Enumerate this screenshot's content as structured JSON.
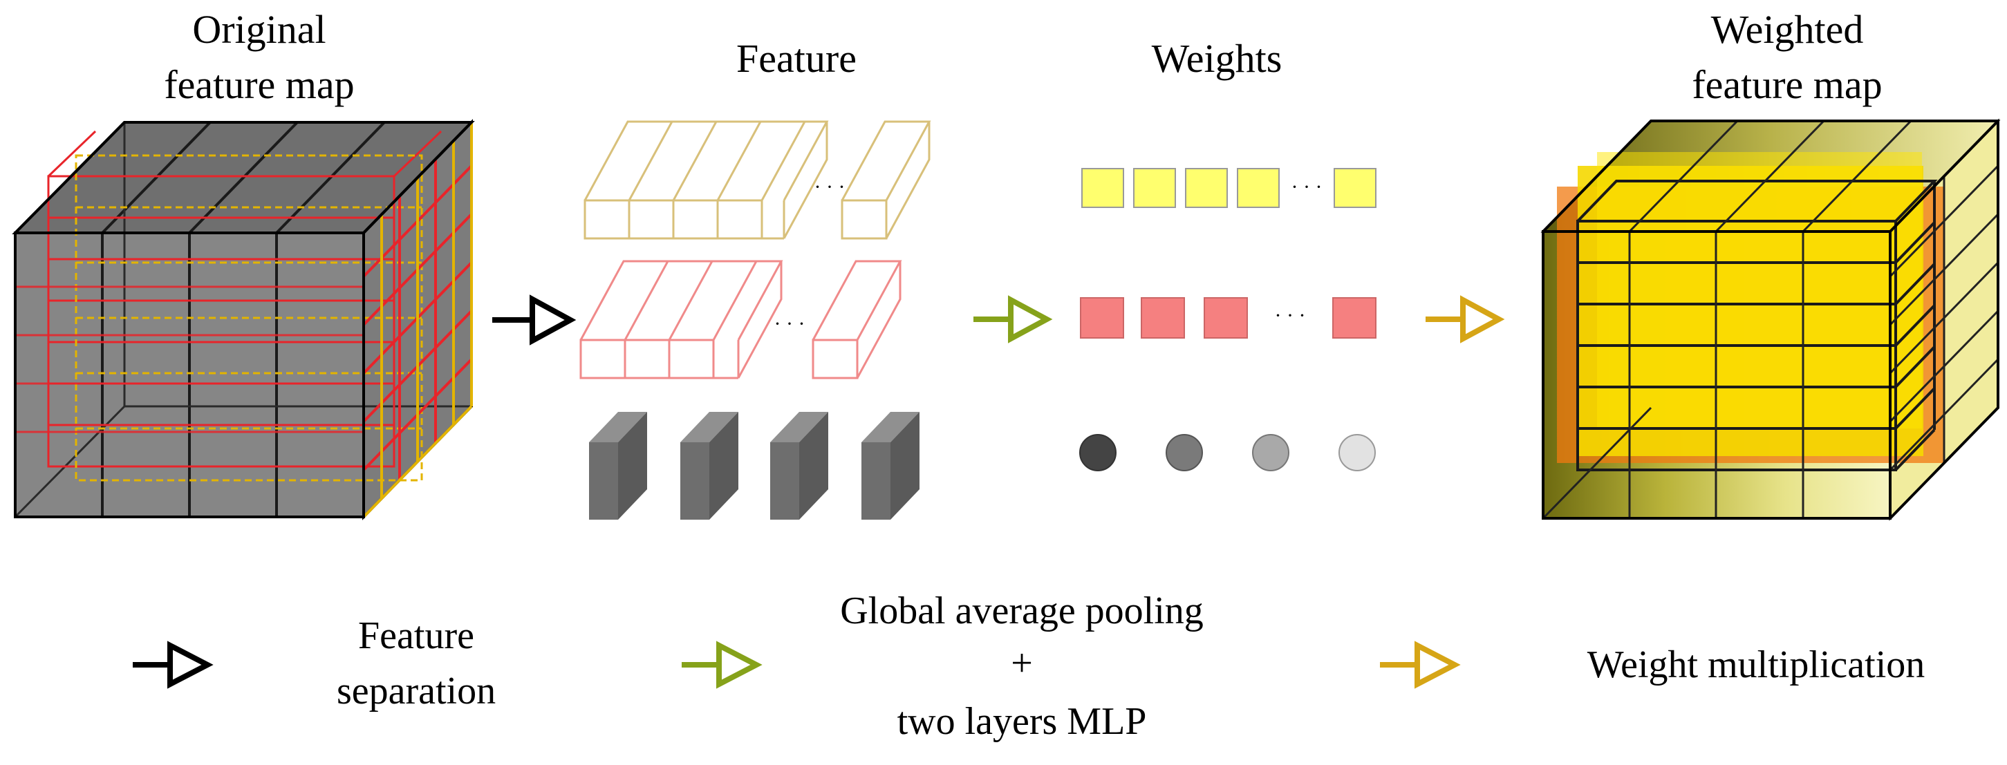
{
  "titles": {
    "original_line1": "Original",
    "original_line2": "feature map",
    "feature": "Feature",
    "weights": "Weights",
    "weighted_line1": "Weighted",
    "weighted_line2": "feature map"
  },
  "ellipsis": "· · ·",
  "legend": {
    "separation_line1": "Feature",
    "separation_line2": "separation",
    "pooling_line1": "Global average pooling",
    "pooling_line2": "+",
    "pooling_line3": "two layers MLP",
    "multiplication": "Weight multiplication"
  },
  "colors": {
    "cube_fill": "#7a7a7a",
    "red_slices": "#e8242a",
    "yellow_slices": "#e3b400",
    "arrow_separation": "#000000",
    "arrow_pooling": "#86a21a",
    "arrow_multiplication": "#d6a516",
    "yellow_weight": "#ffff6e",
    "red_weight": "#f58080",
    "feature_tan": "#d8c07a",
    "feature_pink": "#f08a8a",
    "gray_block": "#6e6e6e",
    "circle_weights": [
      "#444444",
      "#7a7a7a",
      "#a9a9a9",
      "#e2e2e2"
    ],
    "weighted_yellow": "#f5d800",
    "weighted_orange": "#f07a10"
  }
}
